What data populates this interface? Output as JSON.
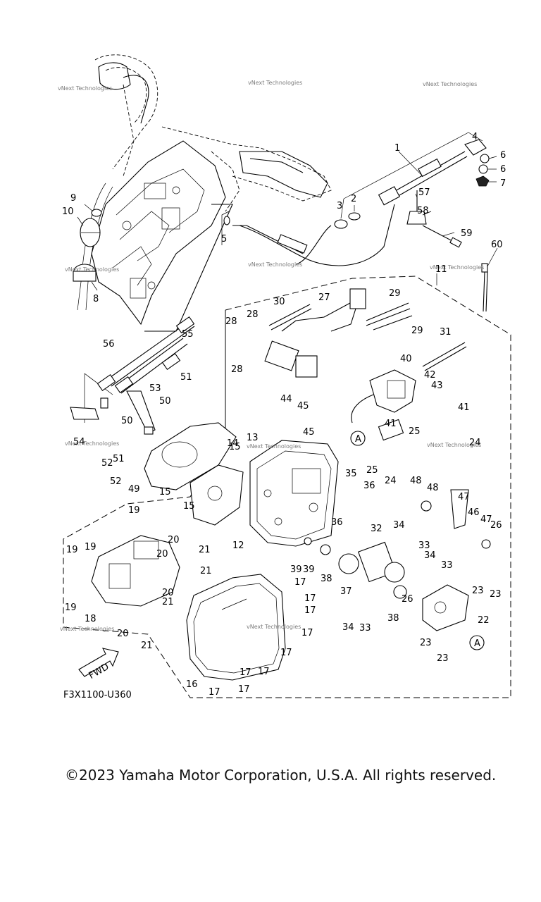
{
  "diagram_code": "F3X1100-U360",
  "fwd_label": "FWD",
  "watermark": "vNext Technologies",
  "circle_ref": "A",
  "copyright": "©2023 Yamaha Motor Corporation, U.S.A. All rights reserved.",
  "callouts": [
    "1",
    "2",
    "3",
    "4",
    "5",
    "6",
    "6",
    "7",
    "8",
    "9",
    "10",
    "11",
    "12",
    "13",
    "14",
    "15",
    "15",
    "15",
    "16",
    "17",
    "17",
    "17",
    "17",
    "17",
    "17",
    "17",
    "17",
    "17",
    "18",
    "19",
    "19",
    "19",
    "19",
    "20",
    "20",
    "20",
    "20",
    "21",
    "21",
    "21",
    "21",
    "22",
    "23",
    "23",
    "23",
    "23",
    "24",
    "24",
    "25",
    "25",
    "26",
    "26",
    "27",
    "28",
    "28",
    "28",
    "29",
    "29",
    "30",
    "31",
    "32",
    "33",
    "33",
    "33",
    "34",
    "34",
    "34",
    "35",
    "36",
    "36",
    "37",
    "38",
    "38",
    "39",
    "39",
    "40",
    "41",
    "41",
    "42",
    "43",
    "44",
    "45",
    "45",
    "46",
    "47",
    "47",
    "48",
    "48",
    "49",
    "50",
    "50",
    "51",
    "51",
    "52",
    "52",
    "53",
    "54",
    "55",
    "56",
    "57",
    "58",
    "59",
    "60"
  ]
}
